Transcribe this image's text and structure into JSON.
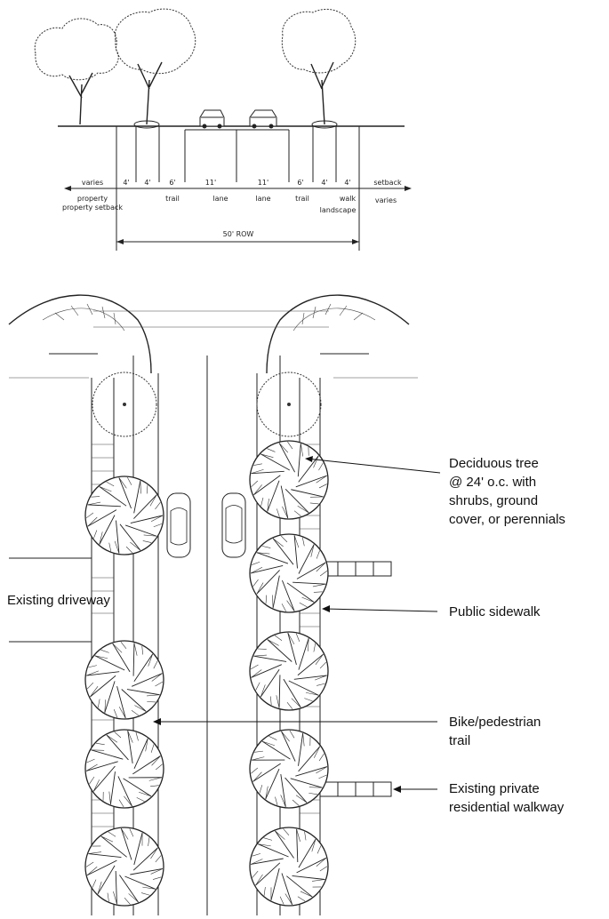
{
  "section": {
    "labels_top": [
      "varies",
      "4'",
      "4'",
      "6'",
      "11'",
      "11'",
      "6'",
      "4'",
      "4'",
      "setback"
    ],
    "labels_bottom": [
      "property setback",
      "trail",
      "lane",
      "lane",
      "trail",
      "walk",
      "landscape",
      "varies"
    ],
    "row_label": "50' ROW"
  },
  "plan": {
    "callouts": {
      "tree": [
        "Deciduous tree",
        "@ 24' o.c. with",
        "shrubs, ground",
        "cover, or perennials"
      ],
      "sidewalk": [
        "Public sidewalk"
      ],
      "trail": [
        "Bike/pedestrian",
        "trail"
      ],
      "walkway": [
        "Existing private",
        "residential walkway"
      ],
      "driveway": [
        "Existing driveway"
      ]
    }
  }
}
